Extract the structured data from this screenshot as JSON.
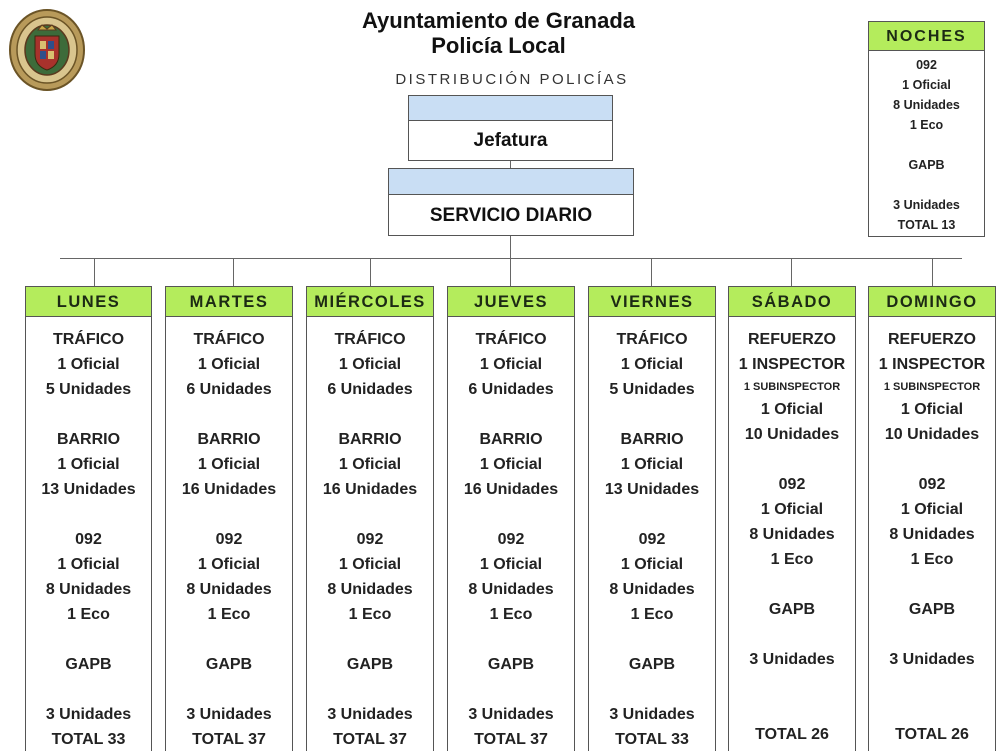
{
  "header": {
    "title_line1": "Ayuntamiento de Granada",
    "title_line2": "Policía Local",
    "subtitle": "DISTRIBUCIÓN POLICÍAS"
  },
  "org": {
    "jefatura": "Jefatura",
    "servicio": "SERVICIO DIARIO"
  },
  "colors": {
    "header_green": "#b4ec5c",
    "box_blue": "#c9def4"
  },
  "noches": {
    "title": "NOCHES",
    "lines": [
      "092",
      "1 Oficial",
      "8 Unidades",
      "1 Eco",
      "",
      "GAPB",
      "",
      "3 Unidades",
      "TOTAL 13"
    ]
  },
  "days": [
    {
      "name": "LUNES",
      "lines": [
        "TRÁFICO",
        "1 Oficial",
        "5 Unidades",
        "",
        "BARRIO",
        "1 Oficial",
        "13 Unidades",
        "",
        "092",
        "1 Oficial",
        "8 Unidades",
        "1 Eco",
        "",
        "GAPB",
        "",
        "3 Unidades",
        "TOTAL 33"
      ]
    },
    {
      "name": "MARTES",
      "lines": [
        "TRÁFICO",
        "1 Oficial",
        "6 Unidades",
        "",
        "BARRIO",
        "1 Oficial",
        "16 Unidades",
        "",
        "092",
        "1 Oficial",
        "8 Unidades",
        "1 Eco",
        "",
        "GAPB",
        "",
        "3 Unidades",
        "TOTAL 37"
      ]
    },
    {
      "name": "MIÉRCOLES",
      "lines": [
        "TRÁFICO",
        "1 Oficial",
        "6 Unidades",
        "",
        "BARRIO",
        "1 Oficial",
        "16 Unidades",
        "",
        "092",
        "1 Oficial",
        "8 Unidades",
        "1 Eco",
        "",
        "GAPB",
        "",
        "3 Unidades",
        "TOTAL 37"
      ]
    },
    {
      "name": "JUEVES",
      "lines": [
        "TRÁFICO",
        "1 Oficial",
        "6 Unidades",
        "",
        "BARRIO",
        "1 Oficial",
        "16 Unidades",
        "",
        "092",
        "1 Oficial",
        "8 Unidades",
        "1 Eco",
        "",
        "GAPB",
        "",
        "3 Unidades",
        "TOTAL 37"
      ]
    },
    {
      "name": "VIERNES",
      "lines": [
        "TRÁFICO",
        "1 Oficial",
        "5 Unidades",
        "",
        "BARRIO",
        "1 Oficial",
        "13 Unidades",
        "",
        "092",
        "1 Oficial",
        "8 Unidades",
        "1 Eco",
        "",
        "GAPB",
        "",
        "3 Unidades",
        "TOTAL 33"
      ]
    },
    {
      "name": "SÁBADO",
      "lines": [
        "REFUERZO",
        "1 INSPECTOR",
        "1 SUBINSPECTOR",
        "1 Oficial",
        "10 Unidades",
        "",
        "092",
        "1 Oficial",
        "8 Unidades",
        "1 Eco",
        "",
        "GAPB",
        "",
        "3 Unidades",
        "",
        "",
        "TOTAL 26"
      ]
    },
    {
      "name": "DOMINGO",
      "lines": [
        "REFUERZO",
        "1 INSPECTOR",
        "1 SUBINSPECTOR",
        "1 Oficial",
        "10 Unidades",
        "",
        "092",
        "1 Oficial",
        "8 Unidades",
        "1 Eco",
        "",
        "GAPB",
        "",
        "3 Unidades",
        "",
        "",
        "TOTAL 26"
      ]
    }
  ]
}
